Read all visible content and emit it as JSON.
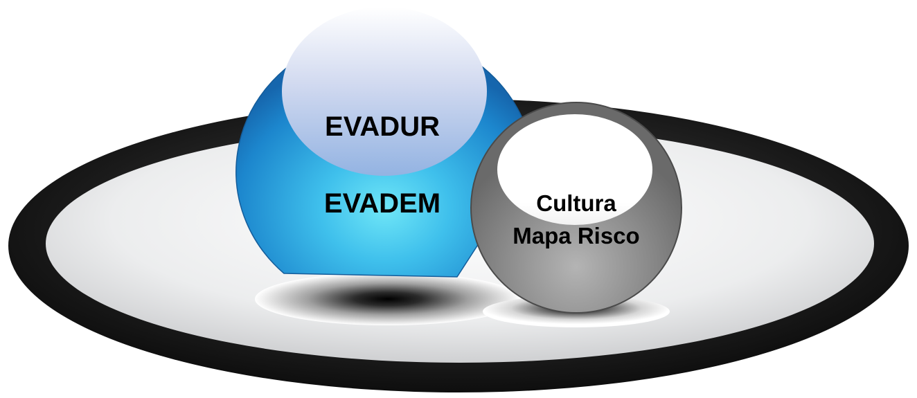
{
  "blue_sphere": {
    "top_label": "EVADUR",
    "bottom_label": "EVADEM"
  },
  "gray_sphere": {
    "line1": "Cultura",
    "line2": "Mapa Risco"
  },
  "colors": {
    "ring_outer": "#1f1f1f",
    "plate_inner": "#e4e5e6",
    "blue_sphere": "#1f8ed2",
    "blue_highlight": "#a9bde4",
    "gray_sphere": "#8c8c8c",
    "gray_highlight": "#ffffff"
  }
}
